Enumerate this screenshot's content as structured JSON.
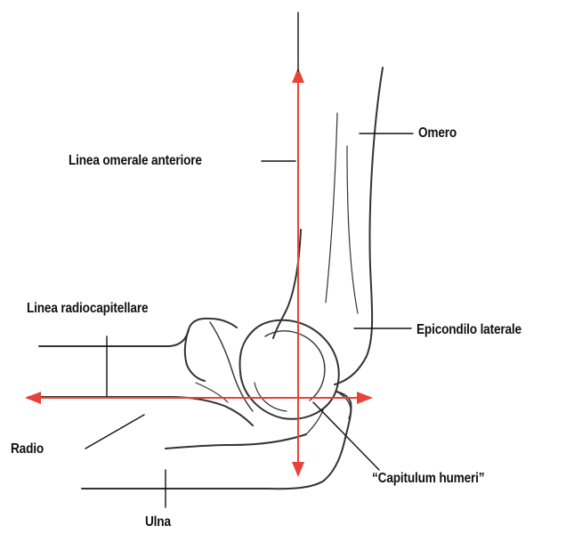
{
  "labels": {
    "omero": "Omero",
    "linea_omerale_anteriore": "Linea omerale anteriore",
    "linea_radiocapitellare": "Linea radiocapitellare",
    "epicondilo_laterale": "Epicondilo laterale",
    "radio": "Radio",
    "capitulum_humeri": "“Capitulum humeri”",
    "ulna": "Ulna"
  },
  "colors": {
    "reference_line": "#e8433a",
    "bone_outline": "#333333",
    "leader_line": "#111111",
    "label_text": "#111111"
  }
}
